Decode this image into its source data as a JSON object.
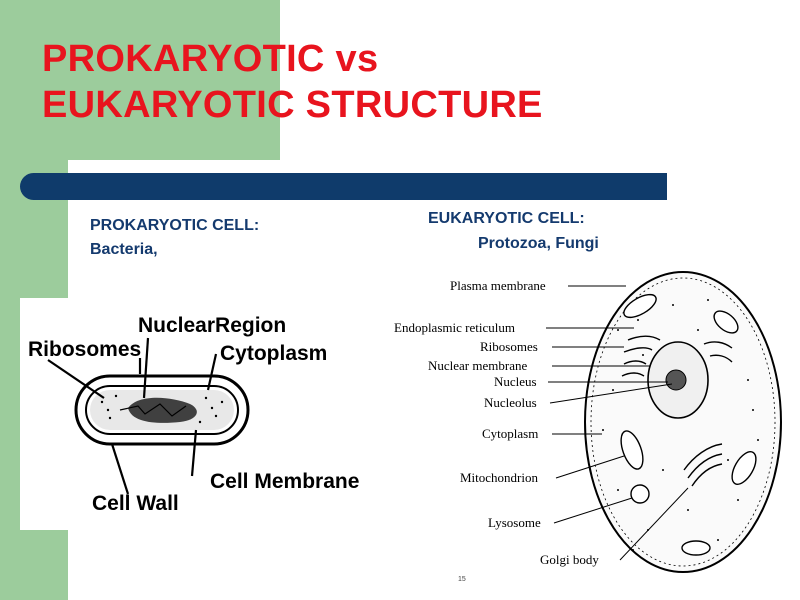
{
  "slide": {
    "title_line1": "PROKARYOTIC vs",
    "title_line2": "EUKARYOTIC STRUCTURE",
    "prokaryotic": {
      "heading": "PROKARYOTIC CELL:",
      "examples": "Bacteria,",
      "labels": {
        "nuclear_region": "NuclearRegion",
        "ribosomes": "Ribosomes",
        "cytoplasm": "Cytoplasm",
        "cell_membrane": "Cell Membrane",
        "cell_wall": "Cell Wall"
      }
    },
    "eukaryotic": {
      "heading": "EUKARYOTIC CELL:",
      "examples": "Protozoa, Fungi",
      "labels": {
        "plasma_membrane": "Plasma membrane",
        "endoplasmic_reticulum": "Endoplasmic reticulum",
        "ribosomes": "Ribosomes",
        "nuclear_membrane": "Nuclear membrane",
        "nucleus": "Nucleus",
        "nucleolus": "Nucleolus",
        "cytoplasm": "Cytoplasm",
        "mitochondrion": "Mitochondrion",
        "lysosome": "Lysosome",
        "golgi_body": "Golgi body"
      }
    },
    "footer_number": "15"
  },
  "colors": {
    "title": "#e8141e",
    "heading": "#143a6e",
    "bar": "#0f3b6b",
    "background_accent": "#9ccc9c"
  }
}
